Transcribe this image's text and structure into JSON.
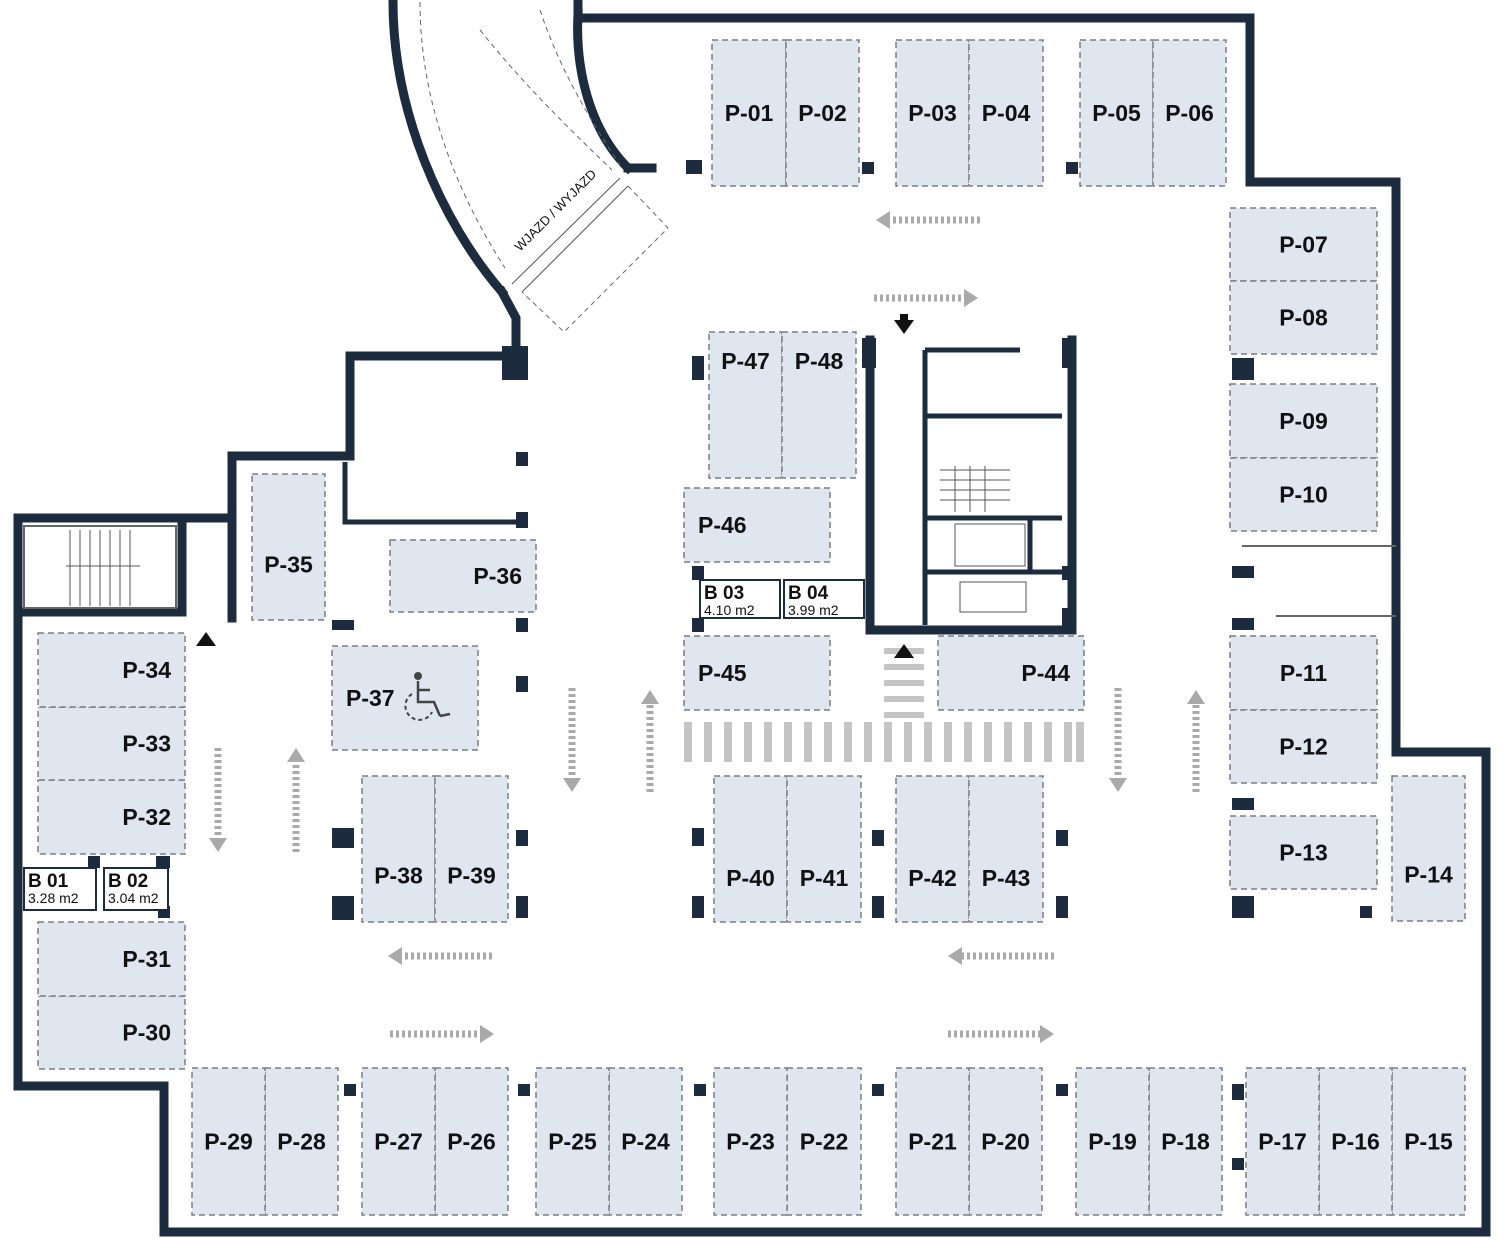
{
  "ramp_label": "WJAZD / WYJAZD",
  "colors": {
    "wall": "#1c2b3d",
    "space_fill": "#dfe6f0",
    "arrow": "#a9a9a9"
  },
  "spaces": [
    {
      "id": "P-01"
    },
    {
      "id": "P-02"
    },
    {
      "id": "P-03"
    },
    {
      "id": "P-04"
    },
    {
      "id": "P-05"
    },
    {
      "id": "P-06"
    },
    {
      "id": "P-07"
    },
    {
      "id": "P-08"
    },
    {
      "id": "P-09"
    },
    {
      "id": "P-10"
    },
    {
      "id": "P-11"
    },
    {
      "id": "P-12"
    },
    {
      "id": "P-13"
    },
    {
      "id": "P-14"
    },
    {
      "id": "P-15"
    },
    {
      "id": "P-16"
    },
    {
      "id": "P-17"
    },
    {
      "id": "P-18"
    },
    {
      "id": "P-19"
    },
    {
      "id": "P-20"
    },
    {
      "id": "P-21"
    },
    {
      "id": "P-22"
    },
    {
      "id": "P-23"
    },
    {
      "id": "P-24"
    },
    {
      "id": "P-25"
    },
    {
      "id": "P-26"
    },
    {
      "id": "P-27"
    },
    {
      "id": "P-28"
    },
    {
      "id": "P-29"
    },
    {
      "id": "P-30"
    },
    {
      "id": "P-31"
    },
    {
      "id": "P-32"
    },
    {
      "id": "P-33"
    },
    {
      "id": "P-34"
    },
    {
      "id": "P-35"
    },
    {
      "id": "P-36"
    },
    {
      "id": "P-37",
      "accessible": true
    },
    {
      "id": "P-38"
    },
    {
      "id": "P-39"
    },
    {
      "id": "P-40"
    },
    {
      "id": "P-41"
    },
    {
      "id": "P-42"
    },
    {
      "id": "P-43"
    },
    {
      "id": "P-44"
    },
    {
      "id": "P-45"
    },
    {
      "id": "P-46"
    },
    {
      "id": "P-47"
    },
    {
      "id": "P-48"
    }
  ],
  "storage": [
    {
      "id": "B 01",
      "area": "3.28 m2"
    },
    {
      "id": "B 02",
      "area": "3.04 m2"
    },
    {
      "id": "B 03",
      "area": "4.10 m2"
    },
    {
      "id": "B 04",
      "area": "3.99 m2"
    }
  ],
  "icons": {
    "accessible": "wheelchair-icon",
    "entry": "entry-arrow-icon",
    "traffic": "traffic-direction-arrow-icon"
  }
}
